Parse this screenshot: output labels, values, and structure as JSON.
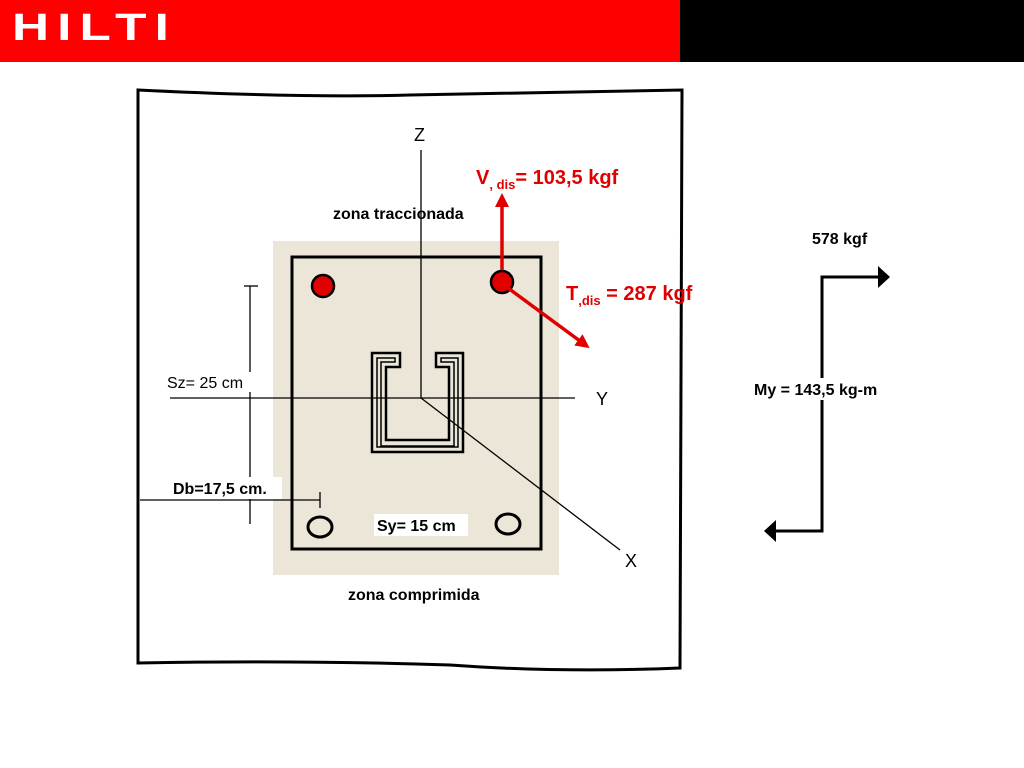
{
  "header": {
    "logo_text": "HILTI",
    "colors": {
      "red_band": "#ff0000",
      "black_band": "#000000"
    }
  },
  "diagram": {
    "axis_z": "Z",
    "axis_y": "Y",
    "axis_x": "X",
    "tension_zone": "zona traccionada",
    "compression_zone": "zona comprimida",
    "sz_label": "Sz= 25 cm",
    "sy_label": "Sy= 15 cm",
    "db_label": "Db=17,5 cm.",
    "shear_force": {
      "symbol": "V",
      "subscript": ", dis",
      "value": "= 103,5 kgf"
    },
    "tension_force": {
      "symbol": "T",
      "subscript": ",dis",
      "value": " = 287 kgf"
    },
    "moment_force": "578 kgf",
    "moment_label": "My = 143,5 kg-m",
    "colors": {
      "force": "#e00000",
      "plate": "#ebe6d8",
      "anchor_tension": "#e00000"
    }
  }
}
